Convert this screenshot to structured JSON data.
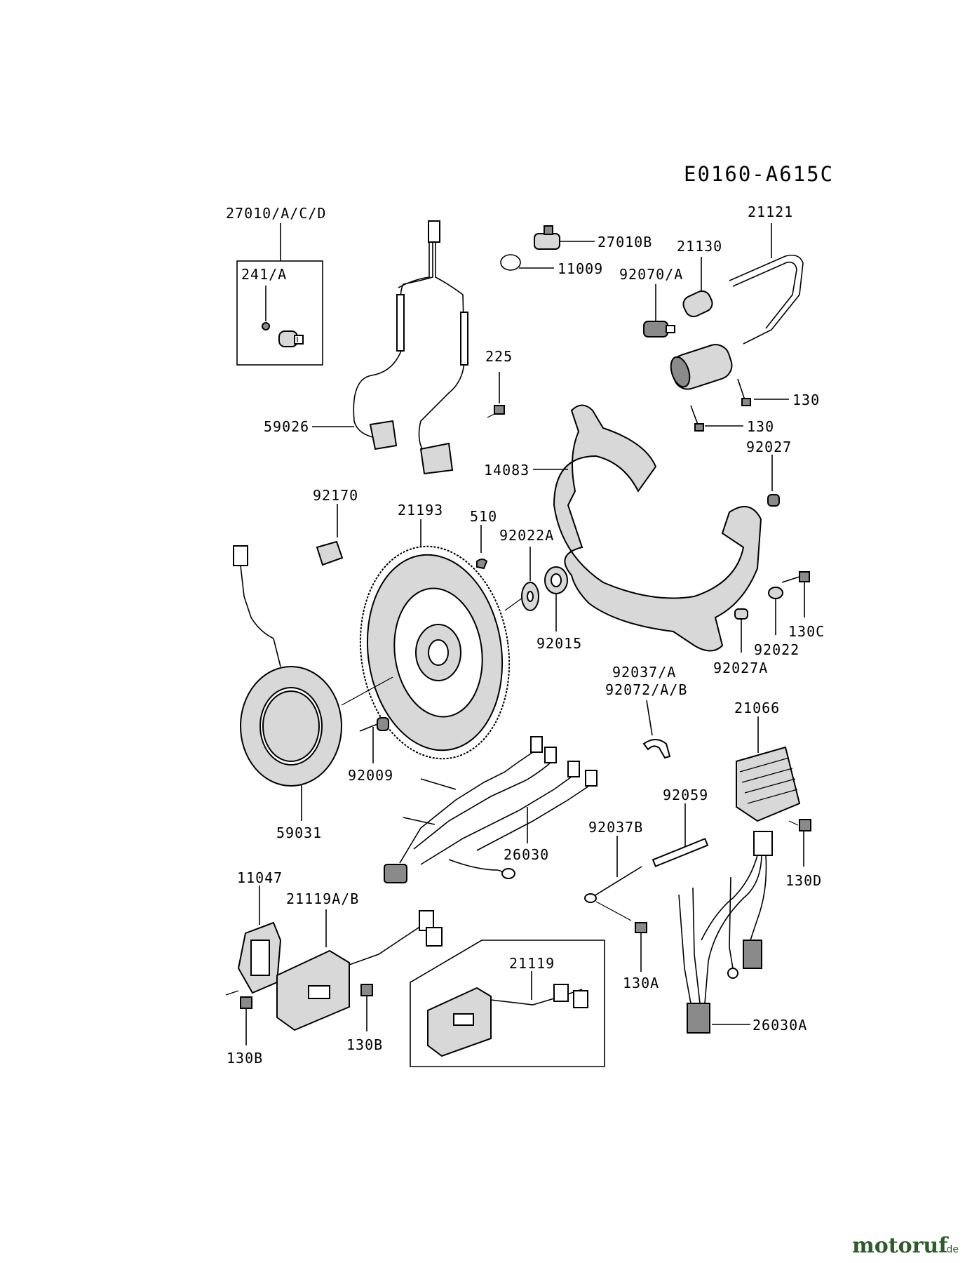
{
  "diagram_code": "E0160-A615C",
  "labels": {
    "l27010acd": "27010/A/C/D",
    "l241a": "241/A",
    "l27010b": "27010B",
    "l11009": "11009",
    "l21130": "21130",
    "l21121": "21121",
    "l92070a": "92070/A",
    "l225": "225",
    "l59026": "59026",
    "l130a1": "130",
    "l130a2": "130",
    "l14083": "14083",
    "l92027": "92027",
    "l92170": "92170",
    "l21193": "21193",
    "l510": "510",
    "l92022a": "92022A",
    "l92015": "92015",
    "l130c": "130C",
    "l92022": "92022",
    "l92027a": "92027A",
    "l92037a": "92037/A",
    "l92072ab": "92072/A/B",
    "l21066": "21066",
    "l92009": "92009",
    "l59031": "59031",
    "l92059": "92059",
    "l26030": "26030",
    "l92037b": "92037B",
    "l130d": "130D",
    "l11047": "11047",
    "l21119ab": "21119A/B",
    "l21119": "21119",
    "l130a": "130A",
    "l130b1": "130B",
    "l130b2": "130B",
    "l26030a": "26030A"
  },
  "watermark": {
    "brand": "motoruf",
    "suffix": ".de"
  }
}
